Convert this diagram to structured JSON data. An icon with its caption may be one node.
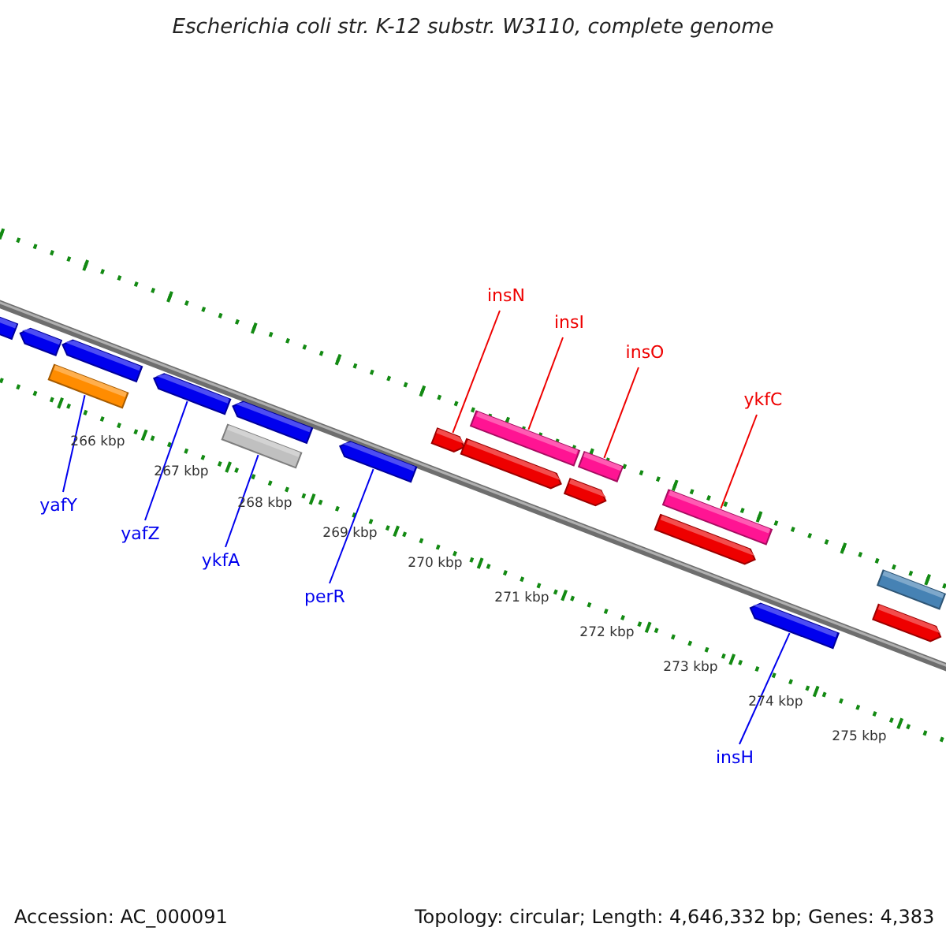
{
  "diagram": {
    "title": "Escherichia coli str. K-12 substr. W3110, complete genome",
    "nodes": [
      {
        "text": [],
        "shape": "pentagon"
      },
      {
        "text": [],
        "shape": "pentagon"
      },
      {
        "text": [],
        "shape": "pentagon"
      },
      {
        "text": [],
        "shape": "bar"
      },
      {
        "text": [],
        "shape": "pentagon"
      },
      {
        "text": [],
        "shape": "pentagon"
      },
      {
        "text": [],
        "shape": "bar"
      },
      {
        "text": [],
        "shape": "pentagon"
      },
      {
        "text": [],
        "shape": "pentagon"
      },
      {
        "text": [],
        "shape": "bar"
      },
      {
        "text": [],
        "shape": "pentagon"
      },
      {
        "text": [],
        "shape": "bar"
      },
      {
        "text": [],
        "shape": "pentagon"
      },
      {
        "text": [],
        "shape": "bar"
      },
      {
        "text": [],
        "shape": "pentagon"
      },
      {
        "text": [],
        "shape": "pentagon"
      },
      {
        "text": [],
        "shape": "bar"
      },
      {
        "text": [],
        "shape": "pentagon"
      },
      {
        "text": [
          "yafY"
        ]
      },
      {
        "text": [
          "yafZ"
        ]
      },
      {
        "text": [
          "ykfA"
        ]
      },
      {
        "text": [
          "perR"
        ]
      },
      {
        "text": [
          "insN"
        ]
      },
      {
        "text": [
          "insI"
        ]
      },
      {
        "text": [
          "insO"
        ]
      },
      {
        "text": [
          "ykfC"
        ]
      },
      {
        "text": [
          "insH"
        ]
      }
    ],
    "edges": [
      {
        "from": 18,
        "to": 3,
        "arrow": "none"
      },
      {
        "from": 19,
        "to": 4,
        "arrow": "none"
      },
      {
        "from": 20,
        "to": 6,
        "arrow": "none"
      },
      {
        "from": 21,
        "to": 7,
        "arrow": "none"
      },
      {
        "from": 22,
        "to": 8,
        "arrow": "none",
        "color": "#ee0000"
      },
      {
        "from": 23,
        "to": 9,
        "arrow": "none",
        "color": "#ee0000"
      },
      {
        "from": 24,
        "to": 11,
        "arrow": "none",
        "color": "#ee0000"
      },
      {
        "from": 25,
        "to": 13,
        "arrow": "none",
        "color": "#ee0000"
      },
      {
        "from": 26,
        "to": 15,
        "arrow": "none"
      }
    ],
    "labels": [
      "266 kbp",
      "267 kbp",
      "268 kbp",
      "269 kbp",
      "270 kbp",
      "271 kbp",
      "272 kbp",
      "273 kbp",
      "274 kbp",
      "275 kbp",
      "Accession: AC_000091",
      "Topology: circular; Length: 4,646,332 bp; Genes: 4,383"
    ]
  }
}
